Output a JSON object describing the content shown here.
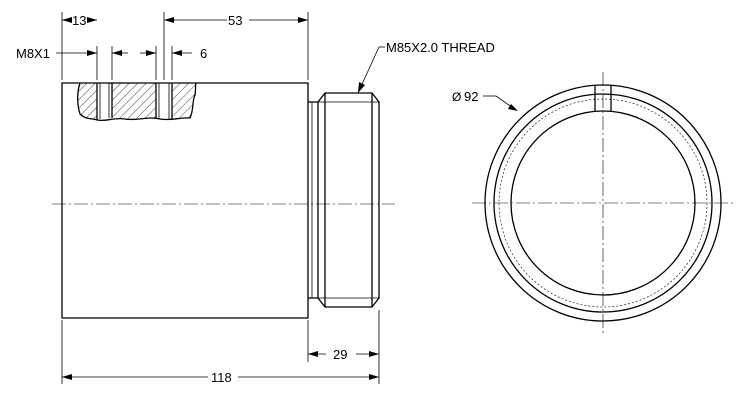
{
  "dimensions": {
    "d13": "13",
    "d53": "53",
    "m8": "M8X1",
    "d6": "6",
    "thread": "M85X2.0 THREAD",
    "dia92": "92",
    "d29": "29",
    "d118": "118"
  },
  "symbols": {
    "diameter": "Ø"
  }
}
